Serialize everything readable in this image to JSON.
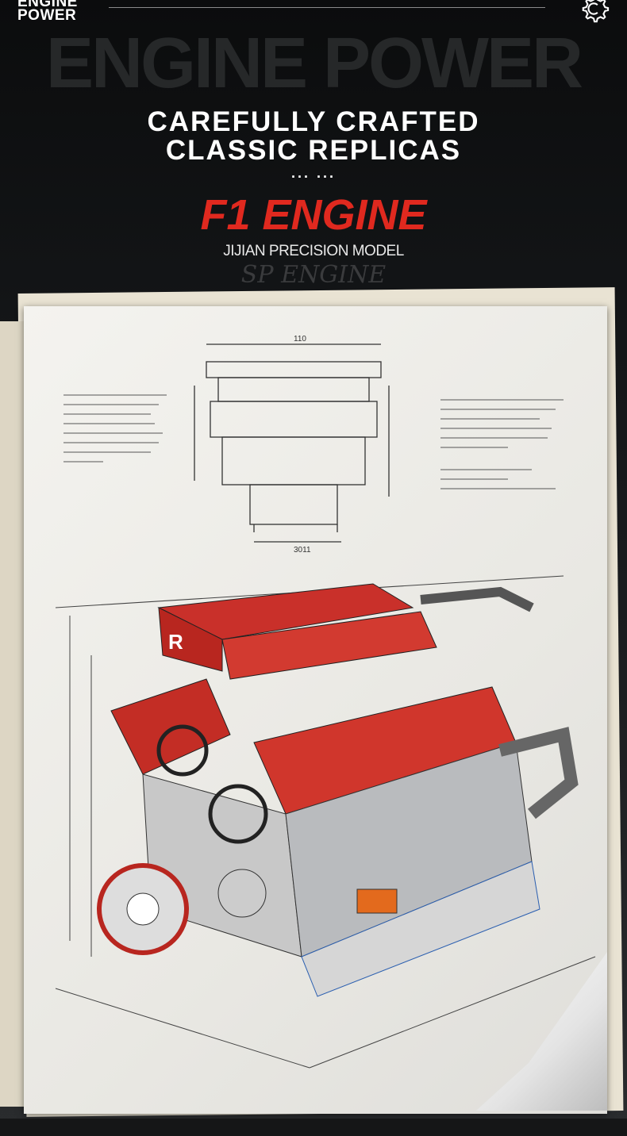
{
  "brand": {
    "line1": "ENGINE",
    "line2": "POWER"
  },
  "header": {
    "background_word": "ENGINE POWER",
    "script_word": "SP ENGINE",
    "headline_line1": "CAREFULLY CRAFTED",
    "headline_line2": "CLASSIC REPLICAS",
    "dots": "... ...",
    "product_title": "F1 ENGINE",
    "subtitle": "JIJIAN PRECISION MODEL"
  },
  "drawing": {
    "dimension_top": "110",
    "dimension_bottom": "3011",
    "badge_letter": "R"
  },
  "colors": {
    "accent_red": "#e0291f",
    "background": "#0b0c0d",
    "paper": "#f0efeb"
  }
}
